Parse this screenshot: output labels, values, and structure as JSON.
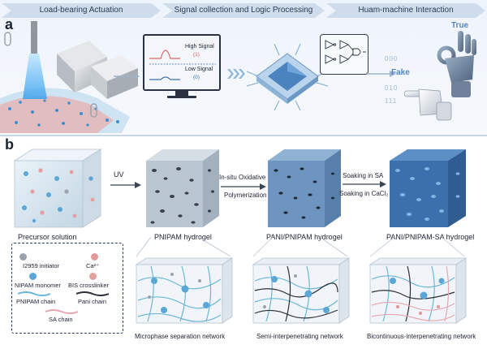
{
  "panel_a": {
    "label": "a",
    "banners": [
      "Load-bearing Actuation",
      "Signal collection and Logic Processing",
      "Huam-machine Interaction"
    ],
    "monitor": {
      "high_label": "High Signal",
      "high_value": "(1)",
      "low_label": "Low Signal",
      "low_value": "(0)"
    },
    "hand_true": "True",
    "hand_fake": "Fake"
  },
  "panel_b": {
    "label": "b",
    "uv_label": "UV",
    "step2_line1": "In-situ Oxidative",
    "step2_line2": "Polymerization",
    "step3_line1": "Soaking in SA",
    "step3_line2": "Soaking in CaCl₂",
    "cubes": [
      "Precursor solution",
      "PNIPAM hydrogel",
      "PANI/PNIPAM hydrogel",
      "PANI/PNIPAM-SA hydrogel"
    ],
    "networks": [
      "Microphase separation network",
      "Semi-interpenetrating network",
      "Bicontinuous-interpenetrating network"
    ],
    "legend": {
      "initiator": "I2959 initiator",
      "calcium": "Ca²⁺",
      "monomer": "NIPAM monomer",
      "crosslinker": "BIS crosslinker",
      "pnipam_chain": "PNIPAM chain",
      "pani_chain": "Pani chain",
      "sa_chain": "SA chain"
    }
  },
  "colors": {
    "monomer": "#5aa6d6",
    "crosslinker": "#e3a0a0",
    "initiator": "#9aa3ad",
    "pnipam_chain": "#6bb7d8",
    "pani_chain": "#2b2f38",
    "sa_chain": "#e8a6b3"
  }
}
